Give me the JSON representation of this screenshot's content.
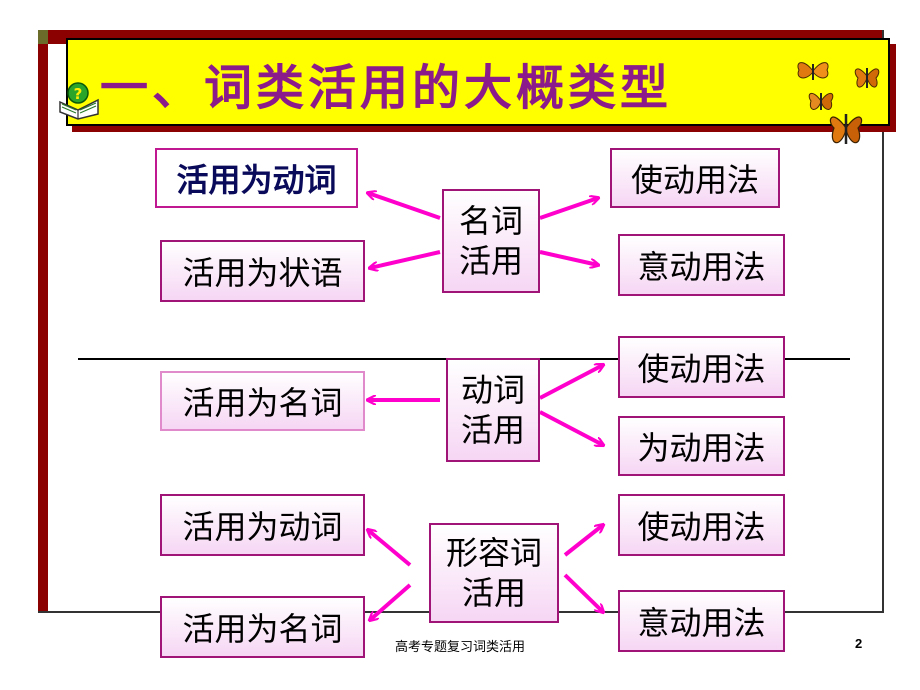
{
  "title": "一、词类活用的大概类型",
  "colors": {
    "frame": "#8b0000",
    "title_bg": "#ffff00",
    "title_text": "#8b1a8b",
    "box_border": "#a01478",
    "arrow": "#ff00cc"
  },
  "groups": [
    {
      "center": {
        "line1": "名词",
        "line2": "活用"
      },
      "left": [
        "活用为动词",
        "活用为状语"
      ],
      "right": [
        "使动用法",
        "意动用法"
      ]
    },
    {
      "center": {
        "line1": "动词",
        "line2": "活用"
      },
      "left": [
        "活用为名词"
      ],
      "right": [
        "使动用法",
        "为动用法"
      ]
    },
    {
      "center": {
        "line1": "形容词",
        "line2": "活用"
      },
      "left": [
        "活用为动词",
        "活用为名词"
      ],
      "right": [
        "使动用法",
        "意动用法"
      ]
    }
  ],
  "footer": {
    "text": "高考专题复习词类活用",
    "page": "2"
  },
  "icons": [
    "book-question-icon",
    "butterfly-icon"
  ]
}
